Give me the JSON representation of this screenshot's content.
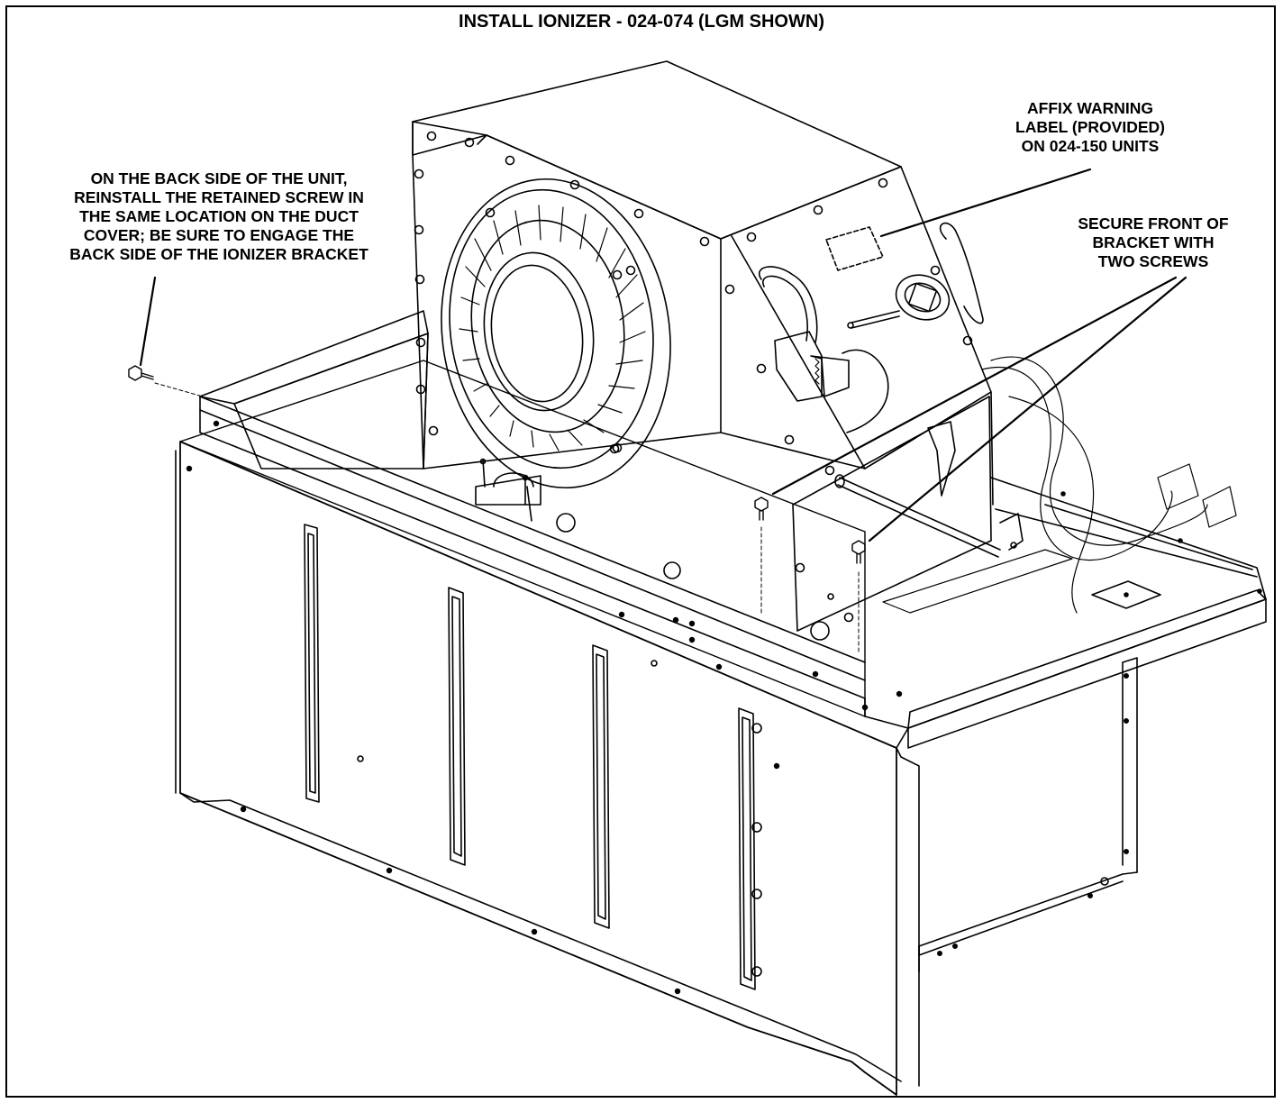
{
  "title": "INSTALL IONIZER - 024-074 (LGM SHOWN)",
  "callouts": {
    "back_screw": {
      "lines": [
        "ON THE BACK SIDE OF THE UNIT,",
        "REINSTALL THE RETAINED SCREW IN",
        "THE SAME LOCATION ON THE DUCT",
        "COVER; BE SURE TO ENGAGE THE",
        "BACK SIDE OF THE IONIZER BRACKET"
      ]
    },
    "warning_label": {
      "lines": [
        "AFFIX WARNING",
        "LABEL (PROVIDED)",
        "ON 024-150 UNITS"
      ]
    },
    "front_bracket": {
      "lines": [
        "SECURE FRONT OF",
        "BRACKET WITH",
        "TWO SCREWS"
      ]
    }
  },
  "colors": {
    "line": "#000000",
    "background": "#ffffff"
  }
}
